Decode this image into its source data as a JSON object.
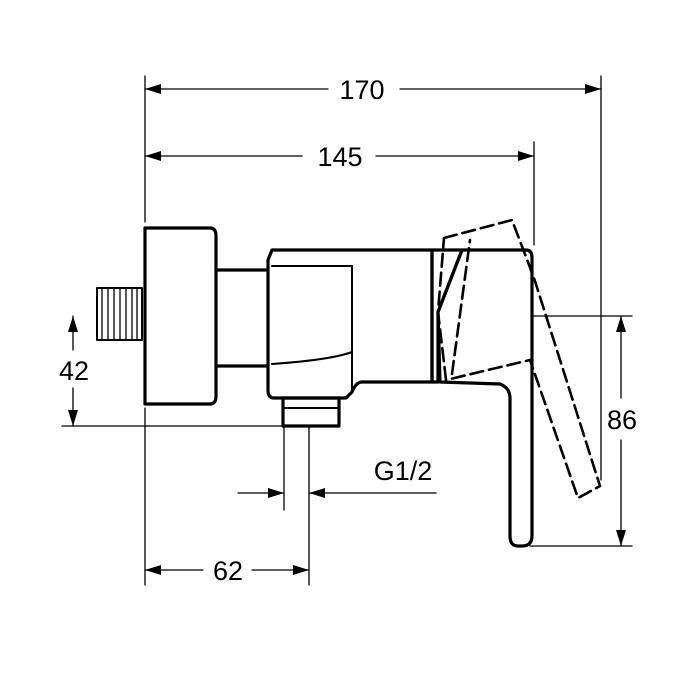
{
  "drawing": {
    "dimensions": {
      "overall_length": "170",
      "body_length": "145",
      "inlet_height": "42",
      "lever_height": "86",
      "thread_size": "G1/2",
      "outlet_offset": "62"
    }
  },
  "colors": {
    "line": "#000000",
    "background": "#ffffff"
  }
}
